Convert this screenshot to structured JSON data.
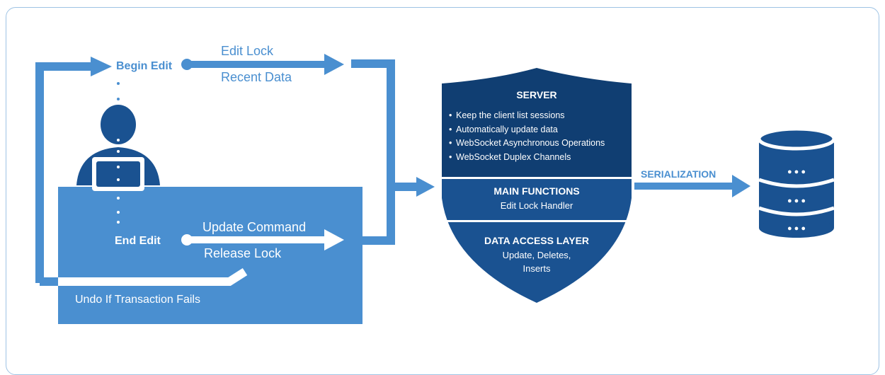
{
  "colors": {
    "accent": "#4a8fd0",
    "client_box": "#4a8fd0",
    "server_top": "#103e72",
    "server_mid": "#1a5291",
    "server_bottom": "#1a5291",
    "database": "#1a5291",
    "text_light": "#ffffff"
  },
  "client": {
    "begin_edit": "Begin Edit",
    "end_edit": "End Edit",
    "edit_lock": "Edit Lock",
    "recent_data": "Recent Data",
    "update_command": "Update Command",
    "release_lock": "Release Lock",
    "undo_text": "Undo If Transaction Fails",
    "user_icon": "user-at-laptop-icon"
  },
  "server": {
    "title": "SERVER",
    "bullets": [
      "Keep the client list sessions",
      "Automatically update data",
      "WebSocket Asynchronous Operations",
      "WebSocket Duplex Channels"
    ],
    "main_title": "MAIN FUNCTIONS",
    "main_subtitle": "Edit Lock Handler",
    "dal_title": "DATA ACCESS LAYER",
    "dal_line1": "Update, Deletes,",
    "dal_line2": "Inserts"
  },
  "serialization": "SERIALIZATION",
  "database": {
    "icon": "database-icon",
    "dots": "● ● ●"
  }
}
